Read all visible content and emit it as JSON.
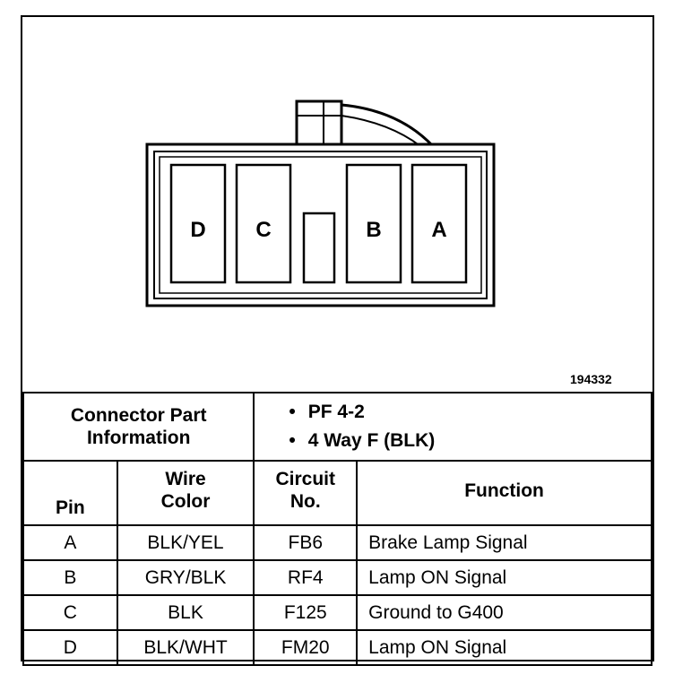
{
  "figure_number": "194332",
  "connector": {
    "pins": [
      "D",
      "C",
      "B",
      "A"
    ]
  },
  "part_info": {
    "label_line1": "Connector Part",
    "label_line2": "Information",
    "items": [
      "PF 4-2",
      "4 Way F (BLK)"
    ]
  },
  "table": {
    "headers": {
      "pin": "Pin",
      "wire_color_1": "Wire",
      "wire_color_2": "Color",
      "circuit_1": "Circuit",
      "circuit_2": "No.",
      "function": "Function"
    },
    "rows": [
      {
        "pin": "A",
        "wire": "BLK/YEL",
        "circuit": "FB6",
        "function": "Brake Lamp Signal"
      },
      {
        "pin": "B",
        "wire": "GRY/BLK",
        "circuit": "RF4",
        "function": "Lamp ON Signal"
      },
      {
        "pin": "C",
        "wire": "BLK",
        "circuit": "F125",
        "function": "Ground to G400"
      },
      {
        "pin": "D",
        "wire": "BLK/WHT",
        "circuit": "FM20",
        "function": "Lamp ON Signal"
      }
    ]
  }
}
